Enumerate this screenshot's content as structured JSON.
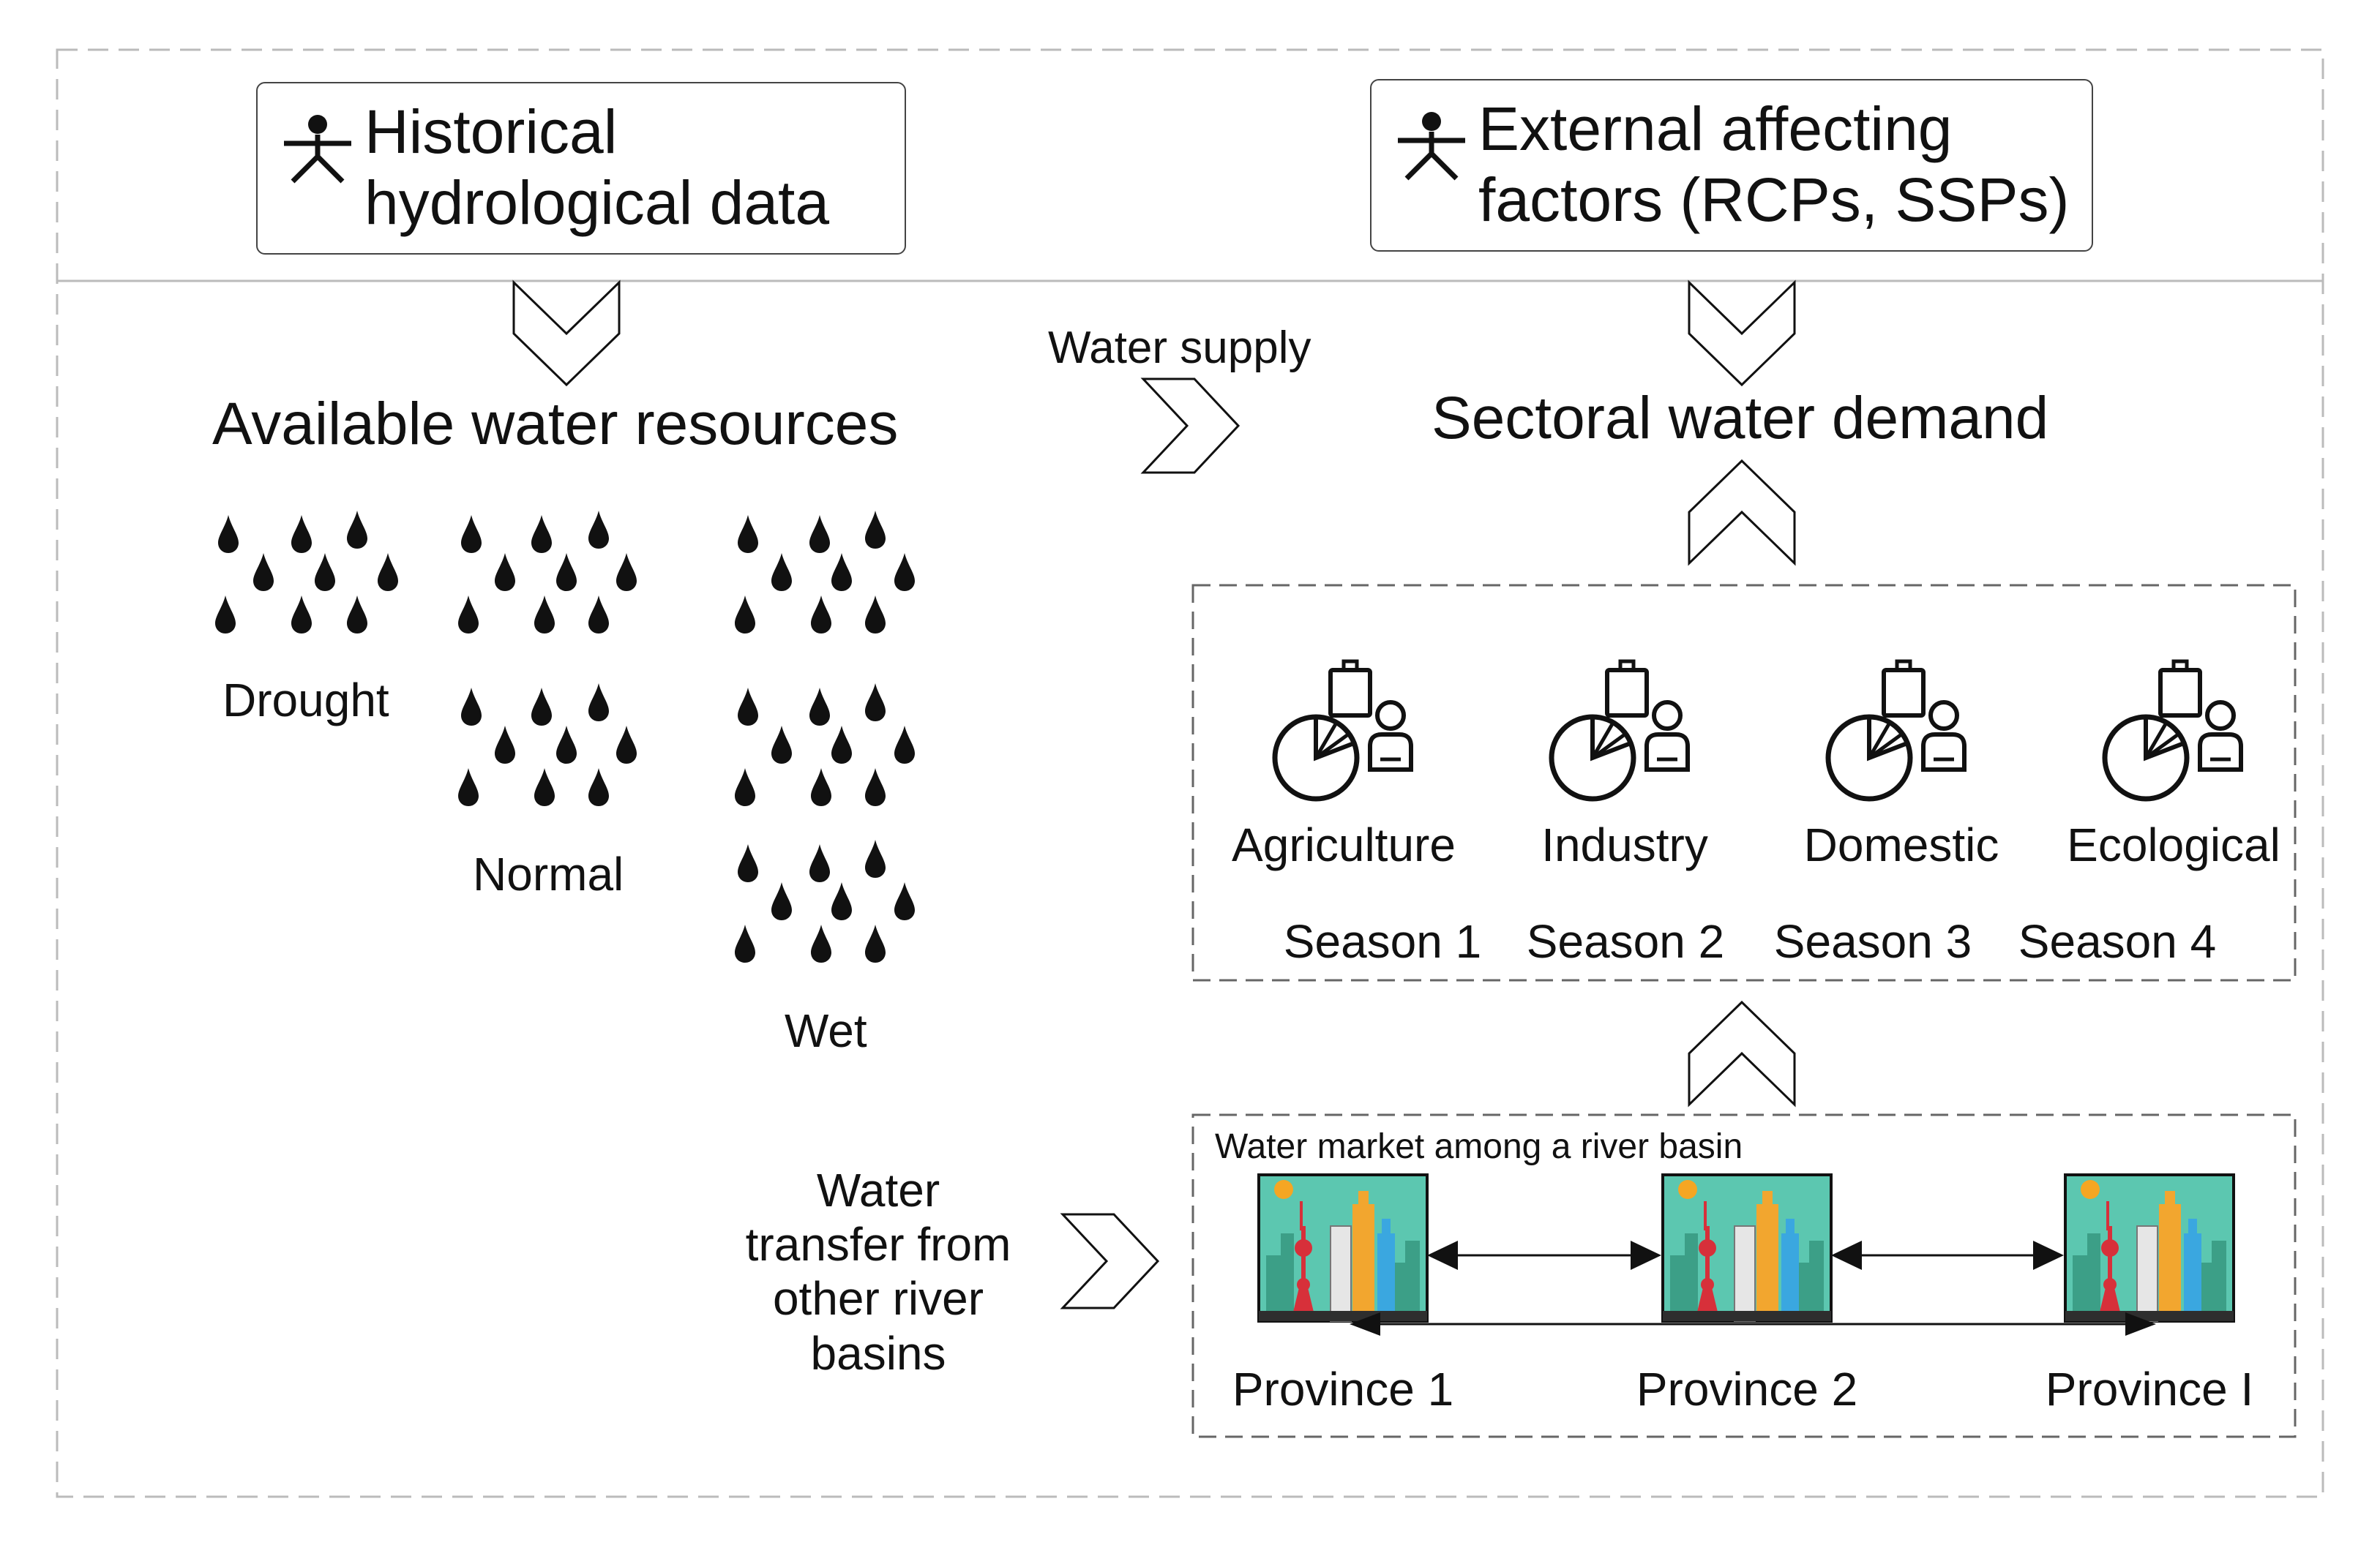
{
  "inputs": {
    "historical": {
      "line1": "Historical",
      "line2": "hydrological data"
    },
    "external": {
      "line1": "External affecting",
      "line2": "factors (RCPs, SSPs)"
    }
  },
  "labels": {
    "available": "Available water resources",
    "water_supply": "Water supply",
    "sectoral": "Sectoral water demand"
  },
  "scenarios": [
    "Drought",
    "Normal",
    "Wet"
  ],
  "sectors": [
    "Agriculture",
    "Industry",
    "Domestic",
    "Ecological"
  ],
  "seasons": [
    "Season 1",
    "Season 2",
    "Season 3",
    "Season 4"
  ],
  "market": {
    "title": "Water market among a river basin",
    "provinces": [
      "Province 1",
      "Province 2",
      "Province I"
    ]
  },
  "transfer": {
    "lines": [
      "Water",
      "transfer from",
      "other river",
      "basins"
    ]
  },
  "colors": {
    "line": "#111111",
    "dashed_border": "#bbbbbb",
    "inner_dashed": "#666666",
    "city_sky": "#5cc7b0",
    "tower_red": "#d7303a",
    "tower_orange": "#f2a62f",
    "tower_blue": "#3aa7e0",
    "sun": "#f5a623"
  },
  "icons": [
    "person-icon",
    "water-drop-icon",
    "pie-chart-person-icon",
    "city-skyline-icon",
    "chevron-arrow-icon"
  ]
}
